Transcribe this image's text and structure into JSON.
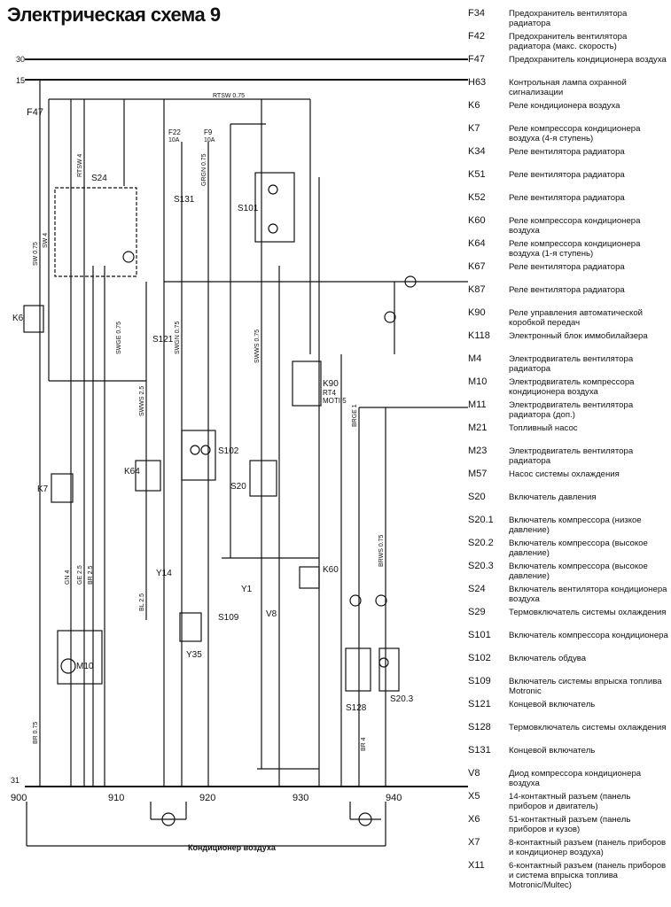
{
  "title": "Электрическая схема 9",
  "rails": {
    "top": "30",
    "second": "15",
    "bottom": "31"
  },
  "fuses": [
    {
      "id": "F47"
    },
    {
      "id": "F22",
      "rating": "10A"
    },
    {
      "id": "F9",
      "rating": "10A"
    }
  ],
  "components": [
    "S24",
    "K6",
    "K7",
    "M10",
    "K64",
    "S102",
    "S121",
    "S131",
    "S101",
    "S20",
    "Y14",
    "Y35",
    "Y1",
    "V8",
    "S109",
    "K90",
    "K60",
    "S128",
    "S20.3"
  ],
  "component_extra": {
    "K90_relay": "RT4",
    "K90_code": "MOTI.5"
  },
  "wire_labels": [
    "RTSW 0.75",
    "RTSW 4",
    "SW 0.75",
    "SW 4",
    "BR 0.75",
    "BR 4",
    "SWGE 0.75",
    "SWGN 0.75",
    "GRGN 0.75",
    "SWWS 0.75",
    "BRGE 1",
    "BRWS 0.75",
    "BL 2.5",
    "GN 4",
    "GE 2.5",
    "BR 2.5",
    "SWWS 2.5"
  ],
  "connectors": {
    "numbers": [
      "900",
      "910",
      "920",
      "930",
      "940"
    ],
    "loop_label": "Кондиционер воздуха"
  },
  "legend": [
    {
      "code": "F34",
      "desc": "Предохранитель вентилятора радиатора"
    },
    {
      "code": "F42",
      "desc": "Предохранитель вентилятора радиатора (макс. скорость)"
    },
    {
      "code": "F47",
      "desc": "Предохранитель кондиционера воздуха"
    },
    {
      "code": "H63",
      "desc": "Контрольная лампа охранной сигнализации"
    },
    {
      "code": "K6",
      "desc": "Реле кондиционера воздуха"
    },
    {
      "code": "K7",
      "desc": "Реле компрессора кондиционера воздуха (4-я ступень)"
    },
    {
      "code": "K34",
      "desc": "Реле вентилятора радиатора"
    },
    {
      "code": "K51",
      "desc": "Реле вентилятора радиатора"
    },
    {
      "code": "K52",
      "desc": "Реле вентилятора радиатора"
    },
    {
      "code": "K60",
      "desc": "Реле компрессора кондиционера воздуха"
    },
    {
      "code": "K64",
      "desc": "Реле компрессора кондиционера воздуха (1-я ступень)"
    },
    {
      "code": "K67",
      "desc": "Реле вентилятора радиатора"
    },
    {
      "code": "K87",
      "desc": "Реле вентилятора радиатора"
    },
    {
      "code": "K90",
      "desc": "Реле управления автоматической коробкой передач"
    },
    {
      "code": "K118",
      "desc": "Электронный блок иммобилайзера"
    },
    {
      "code": "M4",
      "desc": "Электродвигатель вентилятора радиатора"
    },
    {
      "code": "M10",
      "desc": "Электродвигатель компрессора кондиционера воздуха"
    },
    {
      "code": "M11",
      "desc": "Электродвигатель вентилятора радиатора (доп.)"
    },
    {
      "code": "M21",
      "desc": "Топливный насос"
    },
    {
      "code": "M23",
      "desc": "Электродвигатель вентилятора радиатора"
    },
    {
      "code": "M57",
      "desc": "Насос системы охлаждения"
    },
    {
      "code": "S20",
      "desc": "Включатель давления"
    },
    {
      "code": "S20.1",
      "desc": "Включатель компрессора (низкое давление)"
    },
    {
      "code": "S20.2",
      "desc": "Включатель компрессора (высокое давление)"
    },
    {
      "code": "S20.3",
      "desc": "Включатель компрессора (высокое давление)"
    },
    {
      "code": "S24",
      "desc": "Включатель вентилятора кондиционера воздуха"
    },
    {
      "code": "S29",
      "desc": "Термовключатель системы охлаждения"
    },
    {
      "code": "S101",
      "desc": "Включатель компрессора кондиционера"
    },
    {
      "code": "S102",
      "desc": "Включатель обдува"
    },
    {
      "code": "S109",
      "desc": "Включатель системы впрыска топлива Motronic"
    },
    {
      "code": "S121",
      "desc": "Концевой включатель"
    },
    {
      "code": "S128",
      "desc": "Термовключатель системы охлаждения"
    },
    {
      "code": "S131",
      "desc": "Концевой включатель"
    },
    {
      "code": "V8",
      "desc": "Диод компрессора кондиционера воздуха"
    },
    {
      "code": "X5",
      "desc": "14-контактный разъем (панель приборов и двигатель)"
    },
    {
      "code": "X6",
      "desc": "51-контактный разъем (панель приборов и кузов)"
    },
    {
      "code": "X7",
      "desc": "8-контактный разъем (панель приборов и кондиционер воздуха)"
    },
    {
      "code": "X11",
      "desc": "6-контактный разъем (панель приборов и система впрыска топлива Motronic/Multec)"
    }
  ]
}
